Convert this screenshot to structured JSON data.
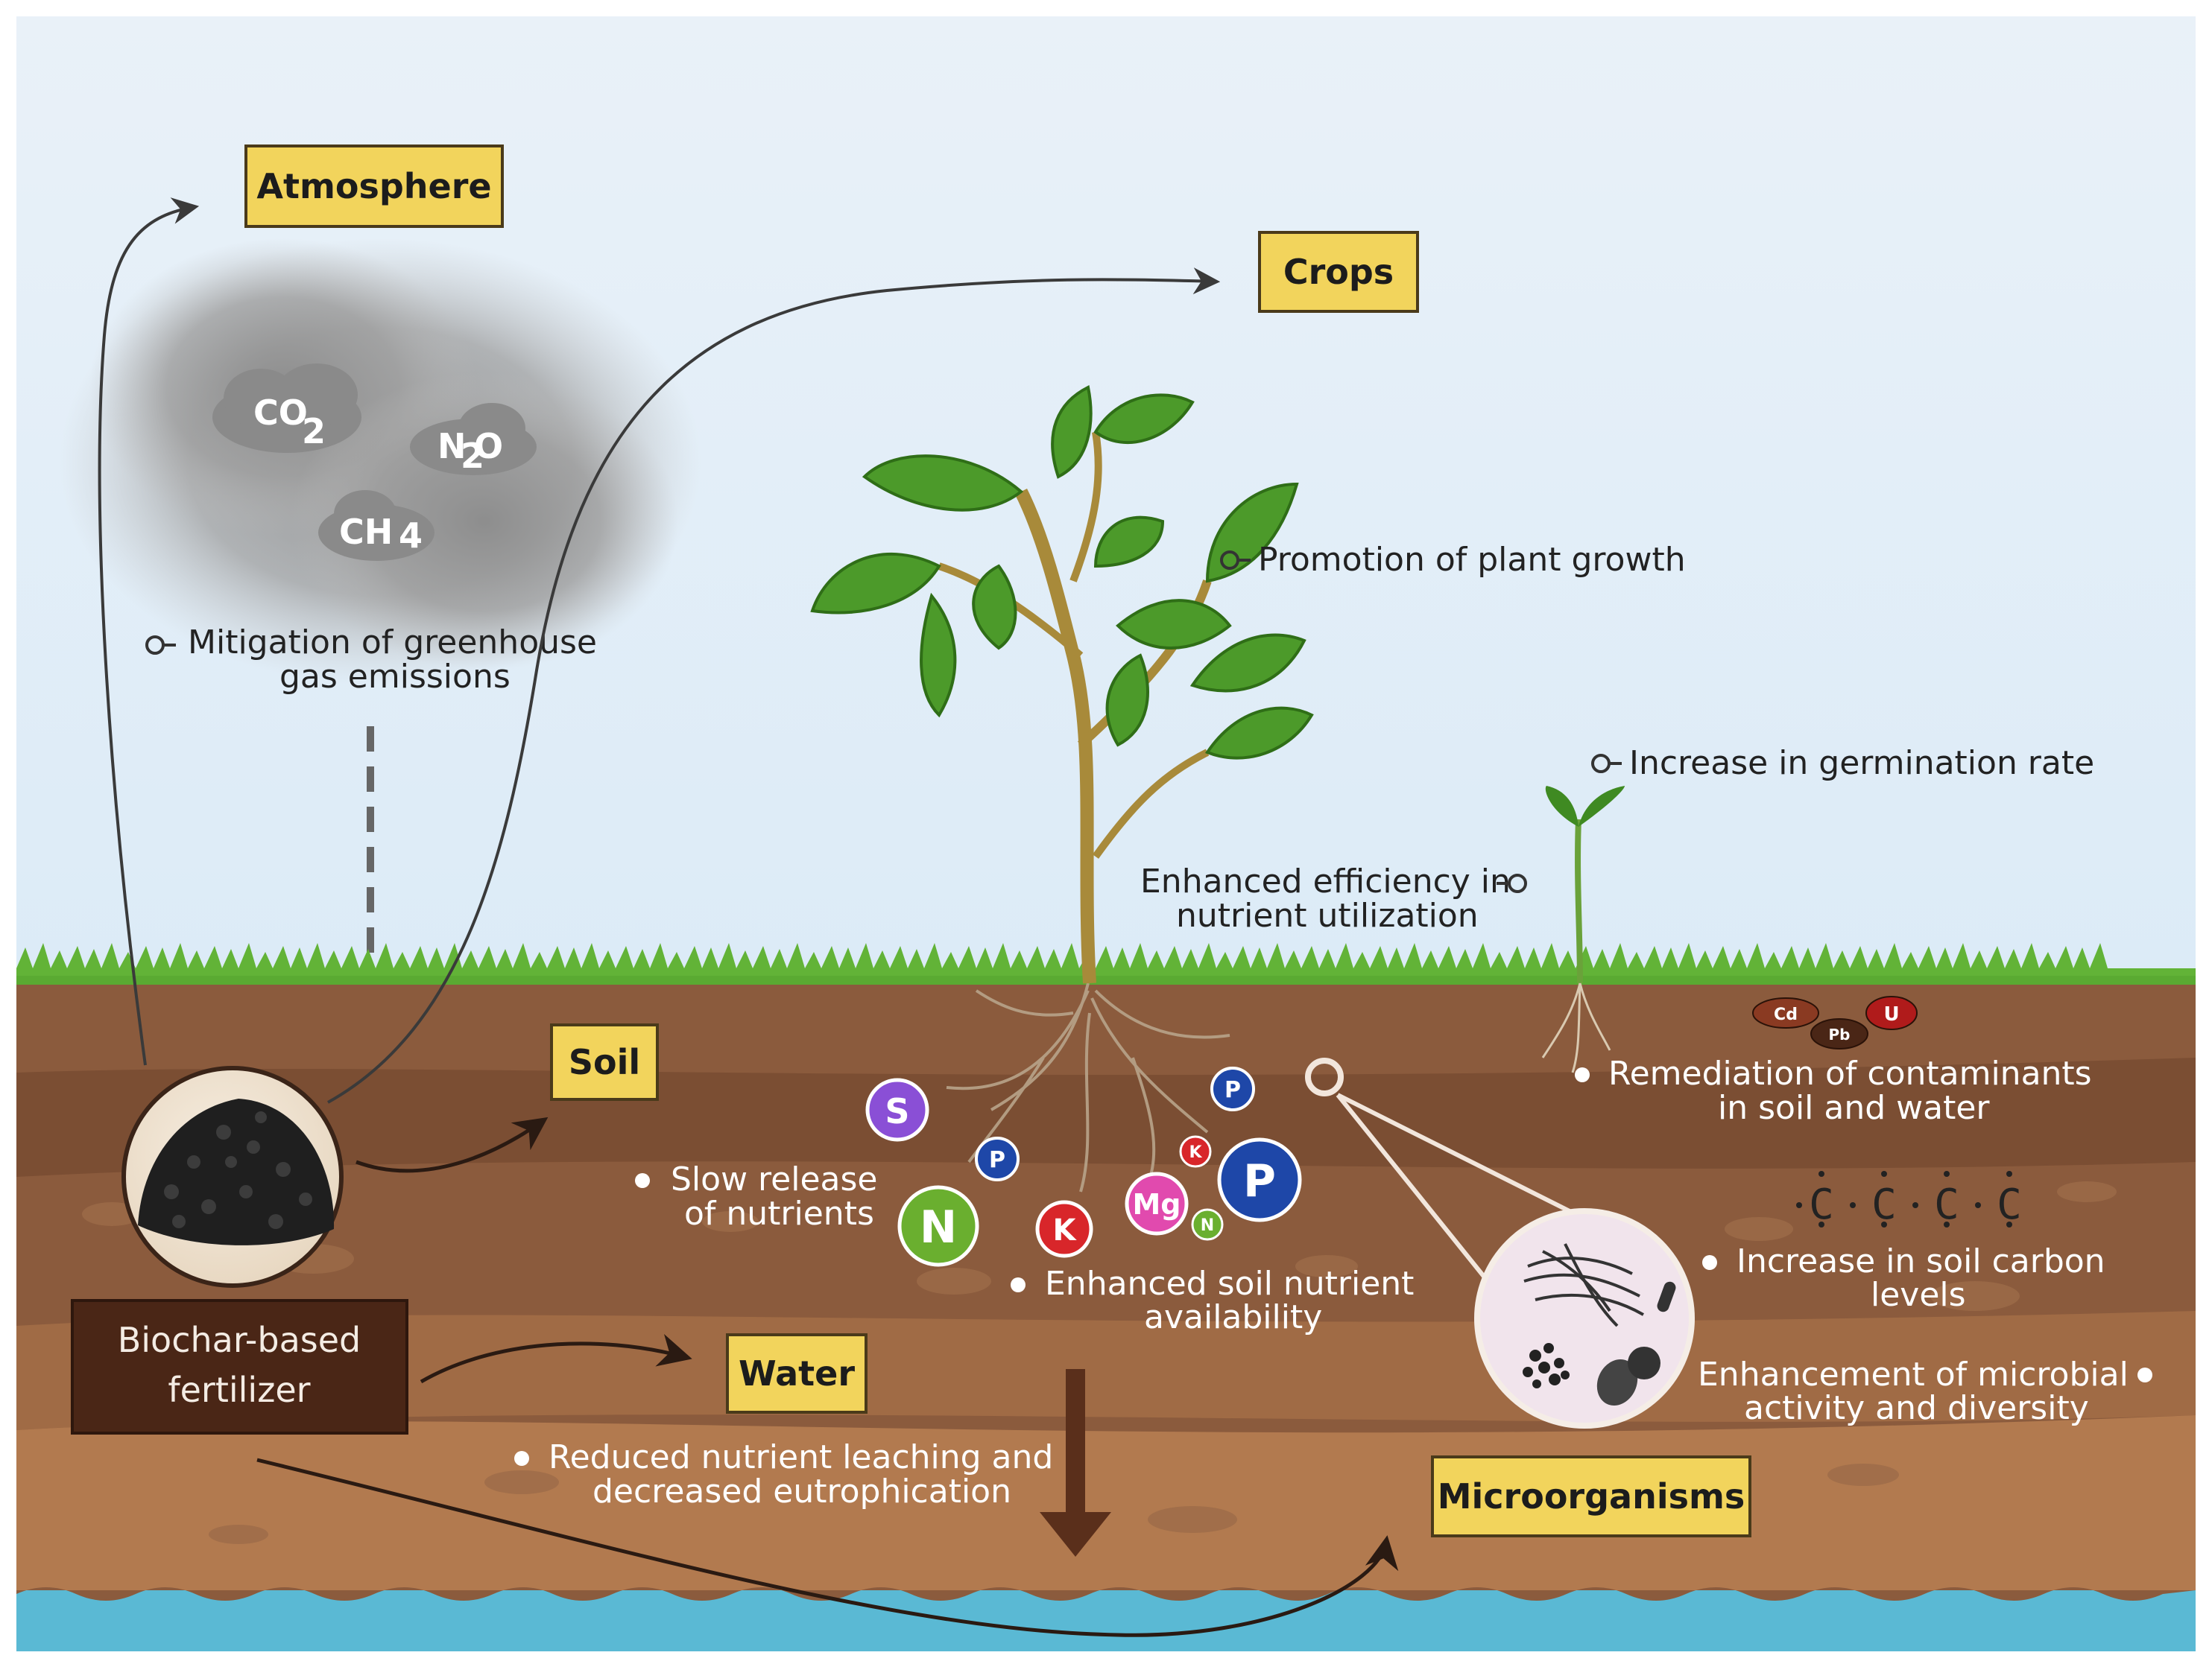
{
  "labels": {
    "atmosphere": "Atmosphere",
    "crops": "Crops",
    "soil": "Soil",
    "water": "Water",
    "microorganisms": "Microorganisms",
    "fertilizer_line1": "Biochar-based",
    "fertilizer_line2": "fertilizer"
  },
  "gases": {
    "co2": "CO",
    "co2_sub": "2",
    "n2o_n": "N",
    "n2o_sub": "2",
    "n2o_o": "O",
    "ch4": "CH",
    "ch4_sub": "4"
  },
  "annotations": {
    "ghg_line1": "Mitigation of greenhouse",
    "ghg_line2": "gas emissions",
    "plant_growth": "Promotion of plant growth",
    "germination": "Increase in germination rate",
    "efficiency_line1": "Enhanced efficiency in",
    "efficiency_line2": "nutrient utilization",
    "slow_line1": "Slow release",
    "slow_line2": "of nutrients",
    "availability_line1": "Enhanced soil nutrient",
    "availability_line2": "availability",
    "leaching_line1": "Reduced nutrient leaching and",
    "leaching_line2": "decreased eutrophication",
    "remediation_line1": "Remediation of contaminants",
    "remediation_line2": "in soil and water",
    "carbon_line1": "Increase in soil carbon",
    "carbon_line2": "levels",
    "microbial_line1": "Enhancement of microbial",
    "microbial_line2": "activity and diversity"
  },
  "nutrients": {
    "s": "S",
    "p": "P",
    "n": "N",
    "k": "K",
    "mg": "Mg"
  },
  "contaminants": {
    "cd": "Cd",
    "pb": "Pb",
    "u": "U"
  },
  "carbon_chain": [
    "C",
    "C",
    "C",
    "C"
  ],
  "colors": {
    "sky_top": "#e8f1f9",
    "label_box": "#f2d45c",
    "soil": "#8a5a3c",
    "grass": "#6bb83c",
    "water": "#5bbbd6",
    "fertilizer_box": "#4a2616"
  }
}
